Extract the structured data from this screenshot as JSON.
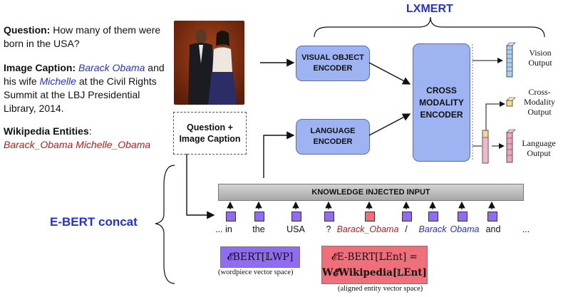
{
  "question_label": "Question:",
  "question_text": "How many of them were born in the USA?",
  "caption_label": "Image Caption:",
  "caption_name1": "Barack Obama",
  "caption_mid": "and his wife",
  "caption_name2": "Michelle",
  "caption_rest": "at the Civil Rights Summit at the LBJ Presidential Library, 2014.",
  "wiki_label": "Wikipedia Entities",
  "wiki_entities": "Barack_Obama Michelle_Obama",
  "lxmert_title": "LXMERT",
  "visual_encoder": "VISUAL OBJECT ENCODER",
  "language_encoder": "LANGUAGE ENCODER",
  "cross_encoder": "CROSS MODALITY ENCODER",
  "question_caption_box": "Question + Image Caption",
  "outputs": {
    "vision": "Vision Output",
    "cross": "Cross-Modality Output",
    "language": "Language Output"
  },
  "knowledge_bar": "KNOWLEDGE INJECTED INPUT",
  "ebert_label": "E-BERT concat",
  "tokens": [
    {
      "text": "... in",
      "kind": "plain"
    },
    {
      "text": "the",
      "kind": "plain"
    },
    {
      "text": "USA",
      "kind": "plain"
    },
    {
      "text": "?",
      "kind": "plain"
    },
    {
      "text": "Barack_Obama",
      "kind": "entity"
    },
    {
      "text": "/",
      "kind": "plain"
    },
    {
      "text": "Barack",
      "kind": "wordpiece"
    },
    {
      "text": "Obama",
      "kind": "wordpiece"
    },
    {
      "text": "and",
      "kind": "plain"
    },
    {
      "text": "...",
      "kind": "plain"
    }
  ],
  "formula_bert": "𝓔BERT[𝕃WP]",
  "formula_bert_caption": "wordpiece vector space",
  "formula_ebert_line1": "𝓔E-BERT[𝕃Ent] =",
  "formula_ebert_line2": "W𝓔Wikipedia[𝕃Ent]",
  "formula_ebert_caption": "(aligned entity vector space)",
  "colors": {
    "encoder": "#9db3f2",
    "token": "#8f6cf0",
    "entity_token": "#ef6f7a",
    "blue_text": "#2330d8",
    "red_text": "#c21a1a"
  }
}
